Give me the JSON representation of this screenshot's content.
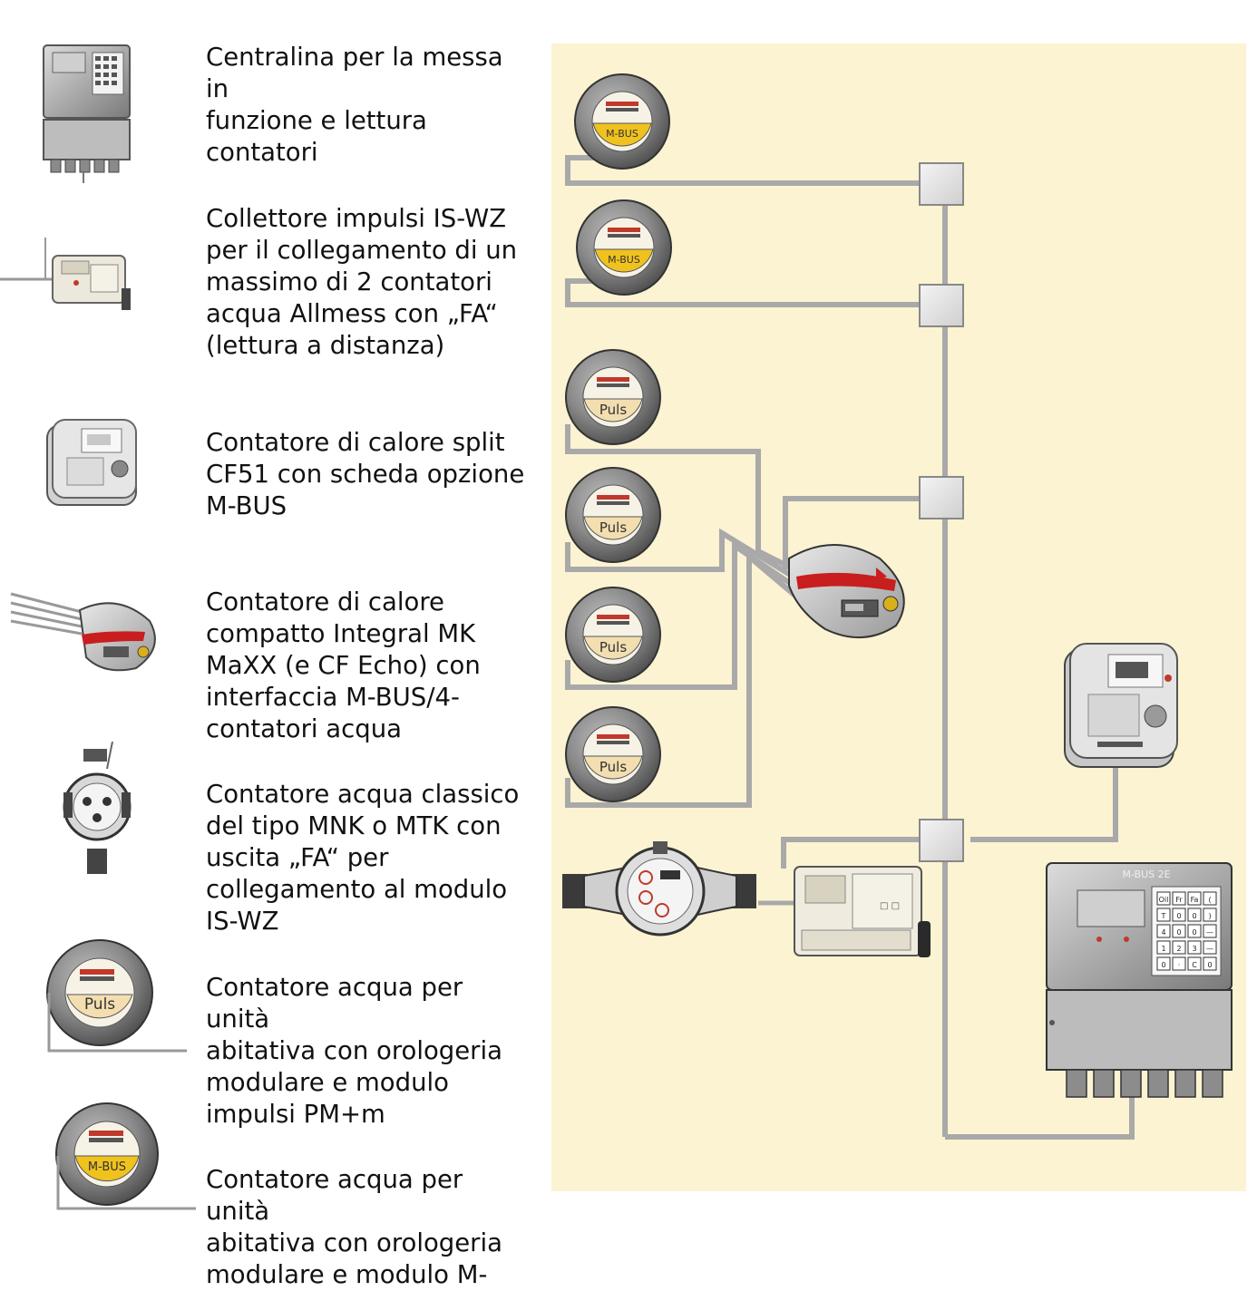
{
  "legend": [
    {
      "icon": "control-unit-icon",
      "text": "Centralina per la messa in\nfunzione e lettura\ncontatori"
    },
    {
      "icon": "pulse-collector-icon",
      "text": "Collettore impulsi IS-WZ\nper il collegamento di un\nmassimo di 2 contatori\nacqua Allmess con „FA“\n(lettura a distanza)"
    },
    {
      "icon": "split-heat-meter-icon",
      "text": "Contatore di calore split\nCF51 con scheda opzione\nM-BUS"
    },
    {
      "icon": "compact-heat-meter-icon",
      "text": "Contatore di calore\ncompatto Integral MK\nMaXX (e CF Echo) con\ninterfaccia M-BUS/4-\ncontatori acqua"
    },
    {
      "icon": "classic-water-meter-icon",
      "text": "Contatore acqua classico\ndel tipo MNK o MTK con\nuscita „FA“ per\ncollegamento al modulo\nIS-WZ"
    },
    {
      "icon": "puls-meter-icon",
      "text": "Contatore acqua per unità\nabitativa con orologeria\nmodulare e modulo\nimpulsi PM+m"
    },
    {
      "icon": "mbus-meter-icon",
      "text": "Contatore acqua per unità\nabitativa con orologeria\nmodulare e modulo M-"
    }
  ],
  "meter_labels": {
    "mbus": "M-BUS",
    "puls": "Puls"
  },
  "control_unit": {
    "brand": "M-BUS 2E",
    "keys": [
      "Oil",
      "Fr",
      "Fa",
      "(",
      "T",
      "0",
      "0",
      ")",
      "4",
      "0",
      "0",
      "—",
      "1",
      "2",
      "3",
      "—",
      "0",
      "·",
      "C",
      "0"
    ]
  },
  "colors": {
    "diagram_background": "#fbf3d2",
    "bus_line": "#a9a9a9",
    "junction_box": "#e6e6e6",
    "mbus_badge": "#f0c21e",
    "puls_badge": "#f3deb0",
    "meter_ring": "#7d7d7d",
    "accent_red": "#c81e1e"
  }
}
